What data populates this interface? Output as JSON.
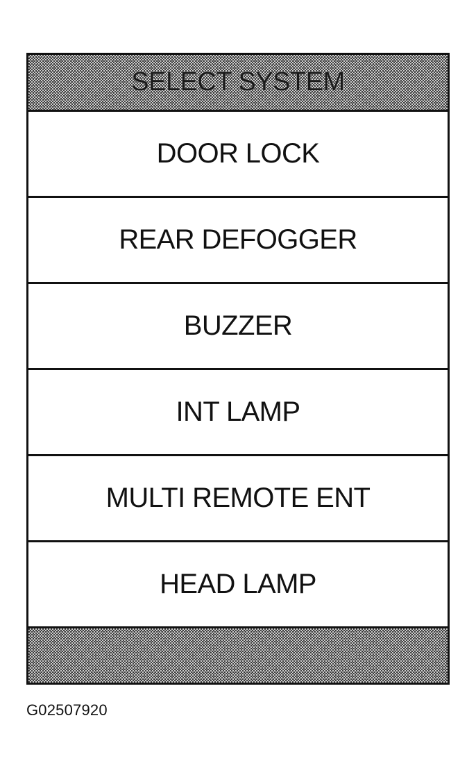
{
  "header": {
    "title": "SELECT SYSTEM"
  },
  "menu": {
    "items": [
      {
        "label": "DOOR LOCK"
      },
      {
        "label": "REAR DEFOGGER"
      },
      {
        "label": "BUZZER"
      },
      {
        "label": "INT LAMP"
      },
      {
        "label": "MULTI REMOTE ENT"
      },
      {
        "label": "HEAD LAMP"
      }
    ]
  },
  "figure": {
    "id": "G02507920"
  },
  "colors": {
    "border": "#111111",
    "background": "#ffffff",
    "dither": "#cfcfcf"
  }
}
